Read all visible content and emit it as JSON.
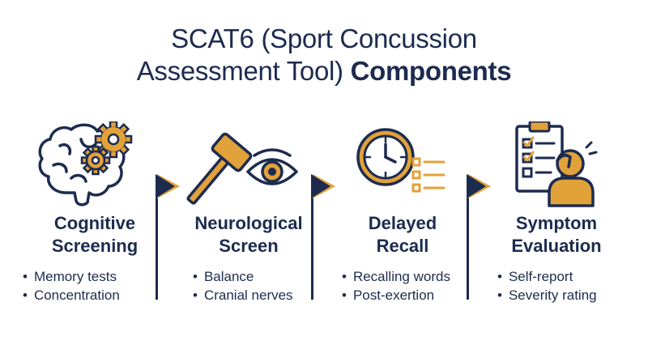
{
  "title": {
    "line1": "SCAT6 (Sport Concussion",
    "line2_regular": "Assessment Tool) ",
    "line2_bold": "Components"
  },
  "colors": {
    "navy": "#1d2b4f",
    "orange": "#e2a23a"
  },
  "components": [
    {
      "icon": "brain-gears-icon",
      "heading_line1": "Cognitive",
      "heading_line2": "Screening",
      "bullets": [
        "Memory tests",
        "Concentration"
      ]
    },
    {
      "icon": "reflex-hammer-eye-icon",
      "heading_line1": "Neurological",
      "heading_line2": "Screen",
      "bullets": [
        "Balance",
        "Cranial nerves"
      ]
    },
    {
      "icon": "clock-list-icon",
      "heading_line1": "Delayed",
      "heading_line2": "Recall",
      "bullets": [
        "Recalling words",
        "Post-exertion"
      ]
    },
    {
      "icon": "clipboard-person-icon",
      "heading_line1": "Symptom",
      "heading_line2": "Evaluation",
      "bullets": [
        "Self-report",
        "Severity rating"
      ]
    }
  ]
}
